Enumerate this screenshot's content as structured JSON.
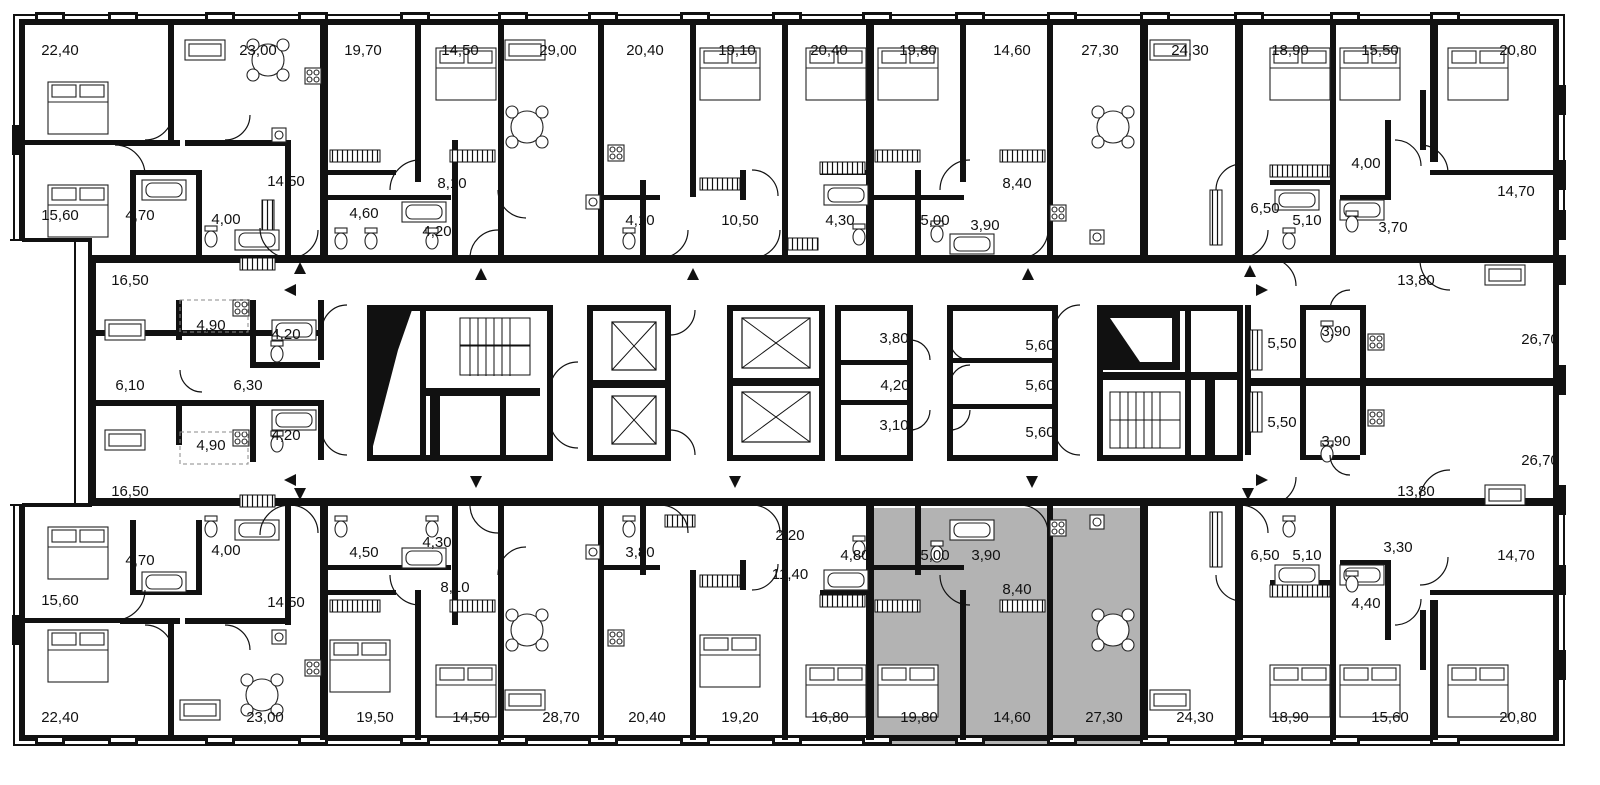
{
  "plan": {
    "highlight_color": "#b3b3b3",
    "wall_color": "#111111",
    "room_labels": [
      {
        "id": "t1",
        "text": "22,40"
      },
      {
        "id": "t2",
        "text": "23,00"
      },
      {
        "id": "t3",
        "text": "19,70"
      },
      {
        "id": "t4",
        "text": "14,50"
      },
      {
        "id": "t5",
        "text": "29,00"
      },
      {
        "id": "t6",
        "text": "20,40"
      },
      {
        "id": "t7",
        "text": "19,10"
      },
      {
        "id": "t8",
        "text": "20,40"
      },
      {
        "id": "t9",
        "text": "19,80"
      },
      {
        "id": "t10",
        "text": "14,60"
      },
      {
        "id": "t11",
        "text": "27,30"
      },
      {
        "id": "t12",
        "text": "24,30"
      },
      {
        "id": "t13",
        "text": "18,90"
      },
      {
        "id": "t14",
        "text": "15,50"
      },
      {
        "id": "t15",
        "text": "20,80"
      },
      {
        "id": "t16",
        "text": "14,50"
      },
      {
        "id": "t17",
        "text": "8,10"
      },
      {
        "id": "t18",
        "text": "8,40"
      },
      {
        "id": "t19",
        "text": "4,00"
      },
      {
        "id": "t20",
        "text": "14,70"
      },
      {
        "id": "t21",
        "text": "15,60"
      },
      {
        "id": "t22",
        "text": "4,70"
      },
      {
        "id": "t23",
        "text": "4,00"
      },
      {
        "id": "t24",
        "text": "4,60"
      },
      {
        "id": "t25",
        "text": "4,20"
      },
      {
        "id": "t26",
        "text": "4,10"
      },
      {
        "id": "t27",
        "text": "10,50"
      },
      {
        "id": "t28",
        "text": "4,30"
      },
      {
        "id": "t29",
        "text": "5,00"
      },
      {
        "id": "t30",
        "text": "3,90"
      },
      {
        "id": "t31",
        "text": "6,50"
      },
      {
        "id": "t32",
        "text": "5,10"
      },
      {
        "id": "t33",
        "text": "3,70"
      },
      {
        "id": "t34",
        "text": "16,50"
      },
      {
        "id": "t35",
        "text": "13,80"
      },
      {
        "id": "t36",
        "text": "4,90"
      },
      {
        "id": "t37",
        "text": "4,20"
      },
      {
        "id": "t38",
        "text": "3,80"
      },
      {
        "id": "t39",
        "text": "5,60"
      },
      {
        "id": "t40",
        "text": "5,50"
      },
      {
        "id": "t41",
        "text": "3,90"
      },
      {
        "id": "t42",
        "text": "26,70"
      },
      {
        "id": "t43",
        "text": "6,10"
      },
      {
        "id": "t44",
        "text": "6,30"
      },
      {
        "id": "t45",
        "text": "4,20"
      },
      {
        "id": "t46",
        "text": "5,60"
      },
      {
        "id": "t47",
        "text": "4,90"
      },
      {
        "id": "t48",
        "text": "4,20"
      },
      {
        "id": "t49",
        "text": "3,10"
      },
      {
        "id": "t50",
        "text": "5,60"
      },
      {
        "id": "t51",
        "text": "5,50"
      },
      {
        "id": "t52",
        "text": "3,90"
      },
      {
        "id": "t53",
        "text": "26,70"
      },
      {
        "id": "t54",
        "text": "16,50"
      },
      {
        "id": "t55",
        "text": "13,80"
      },
      {
        "id": "t56",
        "text": "2,20"
      },
      {
        "id": "t57",
        "text": "4,80"
      },
      {
        "id": "t58",
        "text": "5,00"
      },
      {
        "id": "t59",
        "text": "3,90"
      },
      {
        "id": "t60",
        "text": "6,50"
      },
      {
        "id": "t61",
        "text": "5,10"
      },
      {
        "id": "t62",
        "text": "3,30"
      },
      {
        "id": "t63",
        "text": "14,70"
      },
      {
        "id": "t64",
        "text": "4,70"
      },
      {
        "id": "t65",
        "text": "4,00"
      },
      {
        "id": "t66",
        "text": "4,50"
      },
      {
        "id": "t67",
        "text": "4,30"
      },
      {
        "id": "t68",
        "text": "3,80"
      },
      {
        "id": "t69",
        "text": "11,40"
      },
      {
        "id": "t70",
        "text": "8,40"
      },
      {
        "id": "t71",
        "text": "15,60"
      },
      {
        "id": "t72",
        "text": "14,50"
      },
      {
        "id": "t73",
        "text": "8,10"
      },
      {
        "id": "t74",
        "text": "4,40"
      },
      {
        "id": "t75",
        "text": "22,40"
      },
      {
        "id": "t76",
        "text": "23,00"
      },
      {
        "id": "t77",
        "text": "19,50"
      },
      {
        "id": "t78",
        "text": "14,50"
      },
      {
        "id": "t79",
        "text": "28,70"
      },
      {
        "id": "t80",
        "text": "20,40"
      },
      {
        "id": "t81",
        "text": "19,20"
      },
      {
        "id": "t82",
        "text": "16,80"
      },
      {
        "id": "t83",
        "text": "19,80"
      },
      {
        "id": "t84",
        "text": "14,60"
      },
      {
        "id": "t85",
        "text": "27,30"
      },
      {
        "id": "t86",
        "text": "24,30"
      },
      {
        "id": "t87",
        "text": "18,90"
      },
      {
        "id": "t88",
        "text": "15,60"
      },
      {
        "id": "t89",
        "text": "20,80"
      }
    ]
  }
}
